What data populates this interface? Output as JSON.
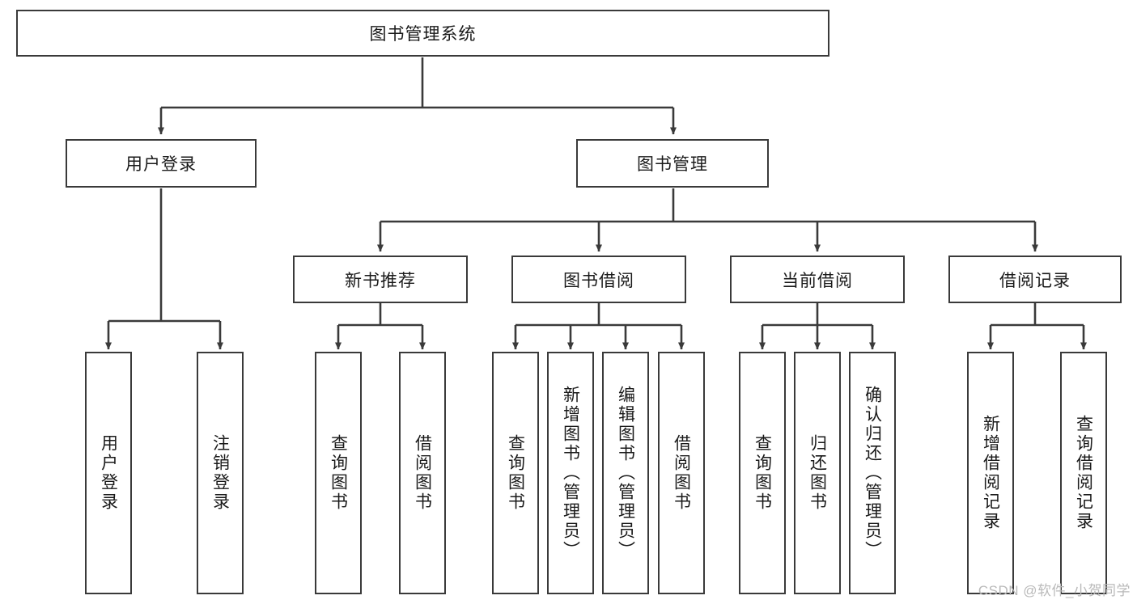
{
  "diagram": {
    "title": "图书管理系统",
    "type": "tree-hierarchy-diagram",
    "root": {
      "id": "root",
      "label": "图书管理系统"
    },
    "level2": [
      {
        "id": "user-login",
        "label": "用户登录"
      },
      {
        "id": "book-management",
        "label": "图书管理"
      }
    ],
    "level3": [
      {
        "id": "new-book-recommend",
        "label": "新书推荐",
        "parent": "book-management"
      },
      {
        "id": "book-borrow",
        "label": "图书借阅",
        "parent": "book-management"
      },
      {
        "id": "current-borrow",
        "label": "当前借阅",
        "parent": "book-management"
      },
      {
        "id": "borrow-record",
        "label": "借阅记录",
        "parent": "book-management"
      }
    ],
    "leaves": [
      {
        "id": "leaf-user-login",
        "label": "用户登录",
        "parent": "user-login"
      },
      {
        "id": "leaf-logout-login",
        "label": "注销登录",
        "parent": "user-login"
      },
      {
        "id": "leaf-query-book-1",
        "label": "查询图书",
        "parent": "new-book-recommend"
      },
      {
        "id": "leaf-borrow-book-1",
        "label": "借阅图书",
        "parent": "new-book-recommend"
      },
      {
        "id": "leaf-query-book-2",
        "label": "查询图书",
        "parent": "book-borrow"
      },
      {
        "id": "leaf-add-book",
        "label": "新增图书（管理员）",
        "parent": "book-borrow"
      },
      {
        "id": "leaf-edit-book",
        "label": "编辑图书（管理员）",
        "parent": "book-borrow"
      },
      {
        "id": "leaf-borrow-book-2",
        "label": "借阅图书",
        "parent": "book-borrow"
      },
      {
        "id": "leaf-query-book-3",
        "label": "查询图书",
        "parent": "current-borrow"
      },
      {
        "id": "leaf-return-book",
        "label": "归还图书",
        "parent": "current-borrow"
      },
      {
        "id": "leaf-confirm-return",
        "label": "确认归还（管理员）",
        "parent": "current-borrow"
      },
      {
        "id": "leaf-add-record",
        "label": "新增借阅记录",
        "parent": "borrow-record"
      },
      {
        "id": "leaf-query-record",
        "label": "查询借阅记录",
        "parent": "borrow-record"
      }
    ],
    "colors": {
      "stroke": "#3a3a3a",
      "fill": "#ffffff",
      "text": "#1a1a1a",
      "watermark": "#b9b9b9"
    }
  },
  "watermark": {
    "text": "CSDN @软件_小贺同学"
  }
}
